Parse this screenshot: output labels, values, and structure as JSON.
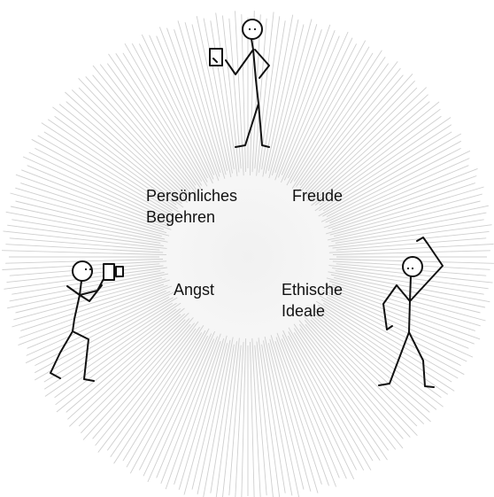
{
  "labels": {
    "personal_desire": [
      "Persönliches",
      "Begehren"
    ],
    "joy": [
      "Freude"
    ],
    "fear": [
      "Angst"
    ],
    "ethical_ideals": [
      "Ethische",
      "Ideale"
    ]
  },
  "figures": [
    {
      "name": "figure-with-tablet",
      "icon": "tablet-icon"
    },
    {
      "name": "figure-with-camera",
      "icon": "camera-icon"
    },
    {
      "name": "figure-dancing",
      "icon": "stick-figure"
    }
  ],
  "colors": {
    "ink": "#111111",
    "ray": "#cfcfcf",
    "background": "#ffffff"
  }
}
